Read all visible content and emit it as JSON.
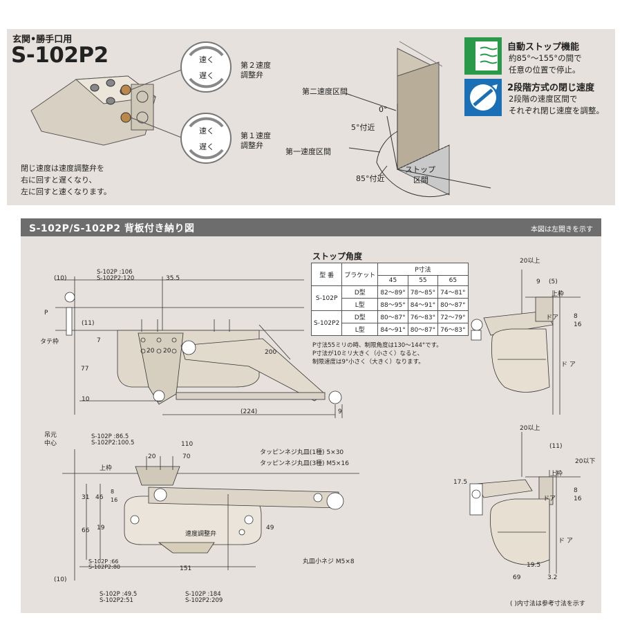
{
  "header": {
    "subtitle": "玄関•勝手口用",
    "model": "S-102P2"
  },
  "valves": {
    "fast": "速く",
    "slow": "遅く",
    "valve2": [
      "第２速度",
      "調整弁"
    ],
    "valve1": [
      "第１速度",
      "調整弁"
    ]
  },
  "instruction": [
    "閉じ速度は速度調整弁を",
    "右に回すと遅くなり、",
    "左に回すと速くなります。"
  ],
  "door_diagram": {
    "zone2": "第二速度区間",
    "zone1": "第一速度区間",
    "angle0": "0°",
    "angle5": "5°付近",
    "angle85": "85°付近",
    "stop_zone": [
      "ストップ",
      "区間"
    ]
  },
  "features": [
    {
      "title": "自動ストップ機能",
      "desc": [
        "約85°〜155°の間で",
        "任意の位置で停止。"
      ],
      "icon": "door-stop-icon"
    },
    {
      "title": "2段階方式の閉じ速度",
      "desc": [
        "2段階の速度区間で",
        "それぞれ閉じ速度を調整。"
      ],
      "icon": "speed-dial-icon"
    }
  ],
  "section": {
    "title": "S-102P/S-102P2 背板付き納り図",
    "note": "本図は左開きを示す"
  },
  "stop_table": {
    "title": "ストップ角度",
    "col_model": "型 番",
    "col_bracket": "ブラケット",
    "col_p": "P寸法",
    "p_values": [
      "45",
      "55",
      "65"
    ],
    "rows": [
      {
        "model": "S-102P",
        "bracket": "D型",
        "values": [
          "82〜89°",
          "78〜85°",
          "74〜81°"
        ]
      },
      {
        "model": "",
        "bracket": "L型",
        "values": [
          "88〜95°",
          "84〜91°",
          "80〜87°"
        ]
      },
      {
        "model": "S-102P2",
        "bracket": "D型",
        "values": [
          "80〜87°",
          "76〜83°",
          "72〜79°"
        ]
      },
      {
        "model": "",
        "bracket": "L型",
        "values": [
          "84〜91°",
          "80〜87°",
          "76〜83°"
        ]
      }
    ],
    "notes": [
      "P寸法55ミリの時、制限角度は130〜144°です。",
      "P寸法が10ミリ大きく（小さく）なると、",
      "制限速度は9°小さく（大きく）なります。"
    ]
  },
  "dims_upper": {
    "p106": "S-102P  :106",
    "p2_120": "S-102P2:120",
    "d10": "(10)",
    "d35": "35.5",
    "p": "P",
    "d11": "(11)",
    "tate": "タテ枠",
    "d7": "7",
    "d20a": "20",
    "d20b": "20",
    "d77": "77",
    "d10b": "10",
    "d200": "200",
    "d224": "(224)",
    "d9": "9"
  },
  "dims_lower": {
    "yoshimoto": [
      "吊元",
      "中心"
    ],
    "p86": "S-102P  :86.5",
    "p2_100": "S-102P2:100.5",
    "d110": "110",
    "d20": "20",
    "d70": "70",
    "screw1": "タッピンネジ丸皿(1種) 5×30",
    "screw2": "タッピンネジ丸皿(3種) M5×16",
    "uwawaku": "上枠",
    "d31": "31",
    "d46": "46",
    "d8": "8",
    "d16": "16",
    "d19": "19",
    "d66": "66",
    "d49": "49",
    "valve": "速度調整弁",
    "machine_screw": "丸皿小ネジ M5×8",
    "p66": "S-102P  :66",
    "p2_80": "S-102P2:80",
    "d151": "151",
    "d10": "(10)",
    "p49": "S-102P  :49.5",
    "p2_51": "S-102P2:51",
    "p184": "S-102P  :184",
    "p2_209": "S-102P2:209"
  },
  "side_upper": {
    "d20up": "20以上",
    "d9": "9",
    "d5": "(5)",
    "uwawaku": "上枠",
    "door": "ドア",
    "d8": "8",
    "d16": "16",
    "door2": "ド\nア"
  },
  "side_lower": {
    "d20up": "20以上",
    "d11": "(11)",
    "d20down": "20以下",
    "d175": "17.5",
    "uwawaku": "上枠",
    "door": "ドア",
    "d8": "8",
    "d16": "16",
    "d195": "19.5",
    "d69": "69",
    "d32": "3.2",
    "door2": "ド\nア"
  },
  "footnote": "(    )内寸法は参考寸法を示す",
  "colors": {
    "panel": "#e6e1dc",
    "bar": "#6d6d6d",
    "feature_icon": "#1a6fb5",
    "feature_icon2": "#2aa04a"
  }
}
